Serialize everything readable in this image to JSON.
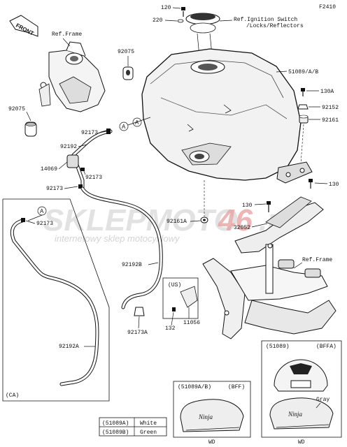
{
  "figure_id": "F2410",
  "front_label": "FRONT",
  "watermark": {
    "brand_left": "SKLEPMOTO",
    "brand_right": "46",
    "brand_suffix": ".pl",
    "tagline": "internetowy sklep motocyklowy"
  },
  "callouts": {
    "c120": "120",
    "c220": "220",
    "ignition": "Ref.Ignition Switch",
    "ignition2": "/Locks/Reflectors",
    "ref_frame_top": "Ref.Frame",
    "c92075a": "92075",
    "c92075b": "92075",
    "c51089": "51089/A/B",
    "c130a": "130A",
    "c92152": "92152",
    "c92161": "92161",
    "c130b": "130",
    "c130c": "130",
    "c92173a": "92173",
    "c92192": "92192",
    "c14069": "14069",
    "c92173b": "92173",
    "c92173c": "92173",
    "c92173d": "92173",
    "c92161a": "92161A",
    "c32052": "32052",
    "ref_frame_mid": "Ref.Frame",
    "c92192b": "92192B",
    "c92173a2": "92173A",
    "us_label": "(US)",
    "c11056": "11056",
    "c132": "132",
    "c92192a": "92192A",
    "ca_label": "(CA)",
    "marker_a": "A"
  },
  "inset_bffa": {
    "title_left": "(51089)",
    "title_right": "(BFFA)",
    "gray_label": "Gray",
    "wd_label": "WD"
  },
  "inset_bff": {
    "title_left": "(51089A/B)",
    "title_right": "(BFF)",
    "wd_label": "WD"
  },
  "color_table": [
    {
      "part": "(51089A)",
      "color": "White"
    },
    {
      "part": "(51089B)",
      "color": "Green"
    }
  ]
}
